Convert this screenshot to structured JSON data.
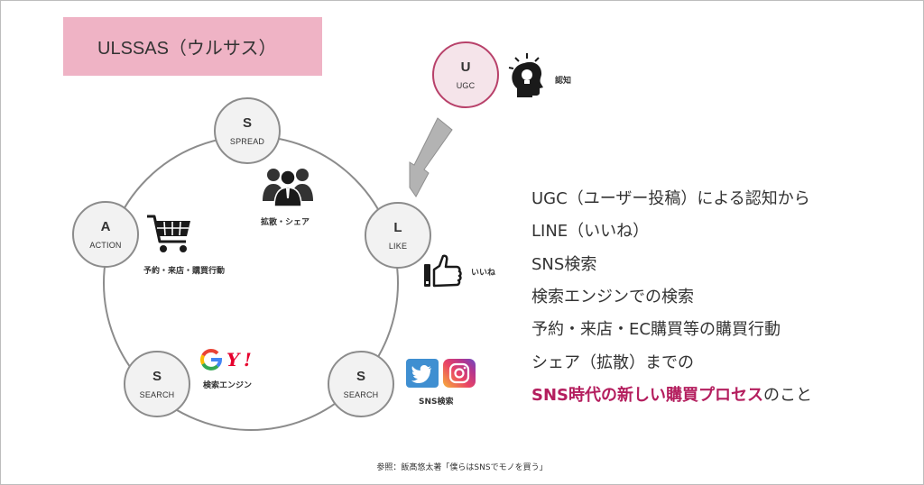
{
  "title": "ULSSAS（ウルサス）",
  "colors": {
    "title_bg": "#efb3c5",
    "ugc_border": "#b8416a",
    "ugc_fill": "#f5e4ea",
    "node_fill": "#f2f2f2",
    "node_border": "#8c8c8c",
    "highlight": "#b41e5e",
    "arrow": "#a6a6a6"
  },
  "nodes": {
    "ugc": {
      "letter": "U",
      "word": "UGC"
    },
    "spread": {
      "letter": "S",
      "word": "SPREAD"
    },
    "like": {
      "letter": "L",
      "word": "LIKE"
    },
    "search1": {
      "letter": "S",
      "word": "SEARCH"
    },
    "search2": {
      "letter": "S",
      "word": "SEARCH"
    },
    "action": {
      "letter": "A",
      "word": "ACTION"
    }
  },
  "icon_labels": {
    "ninchi": "認知",
    "kakusan": "拡散・シェア",
    "iine": "いいね",
    "sns_kensaku": "SNS検索",
    "kensaku_engine": "検索エンジン",
    "yoyaku": "予約・来店・購買行動"
  },
  "description": {
    "lines": [
      "UGC（ユーザー投稿）による認知から",
      "LINE（いいね）",
      "SNS検索",
      "検索エンジンでの検索",
      "予約・来店・EC購買等の購買行動",
      "シェア（拡散）までの"
    ],
    "last_highlight": "SNS時代の新しい購買プロセス",
    "last_rest": "のこと"
  },
  "reference": "参照：飯髙悠太著「僕らはSNSでモノを買う」",
  "icons": {
    "ninchi": "lightbulb-head-icon",
    "kakusan": "people-group-icon",
    "iine": "thumbs-up-smartphone-icon",
    "twitter": "twitter-icon",
    "instagram": "instagram-icon",
    "google": "google-icon",
    "yahoo": "yahoo-icon",
    "cart": "shopping-cart-icon"
  }
}
